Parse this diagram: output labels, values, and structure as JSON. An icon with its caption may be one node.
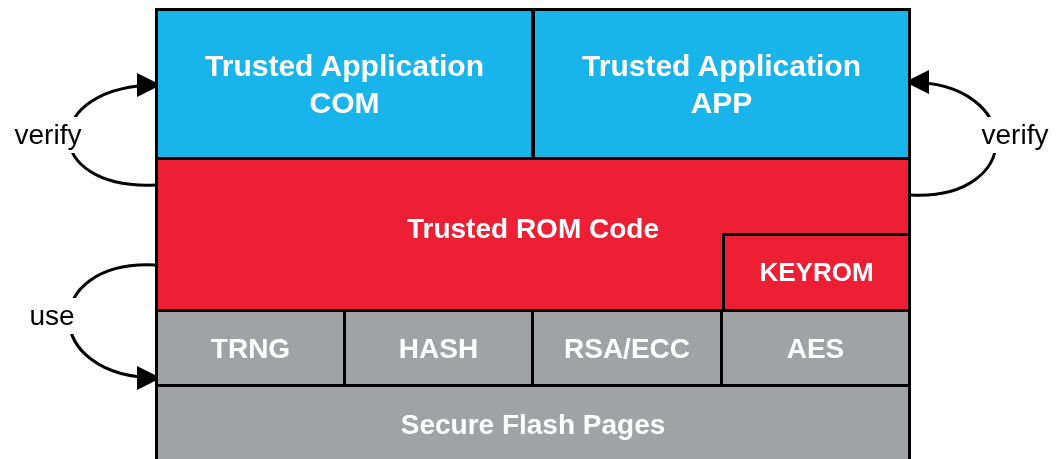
{
  "diagram": {
    "nodes": [
      {
        "text": [
          "Trusted Application COM"
        ]
      },
      {
        "text": [
          "Trusted Application APP"
        ]
      },
      {
        "text": [
          "Trusted ROM Code"
        ]
      },
      {
        "text": [
          "KEYROM"
        ],
        "in": 2
      },
      {
        "text": [
          "TRNG"
        ]
      },
      {
        "text": [
          "HASH"
        ]
      },
      {
        "text": [
          "RSA/ECC"
        ]
      },
      {
        "text": [
          "AES"
        ]
      },
      {
        "text": [
          "Secure Flash Pages"
        ]
      }
    ],
    "edges": [
      {
        "from": 2,
        "to": 0,
        "arrow": "to",
        "label": "verify"
      },
      {
        "from": 2,
        "to": 1,
        "arrow": "to",
        "label": "verify"
      },
      {
        "from": 2,
        "to": 4,
        "arrow": "to",
        "label": "use"
      }
    ]
  }
}
